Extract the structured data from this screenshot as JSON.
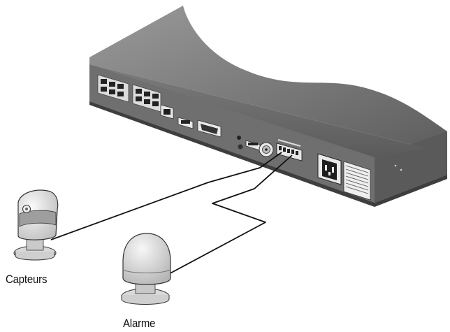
{
  "labels": {
    "sensors": "Capteurs",
    "alarm": "Alarme"
  },
  "colors": {
    "device_body": "#6b6b6b",
    "device_top": "#8a8a8a",
    "device_panel": "#f2f2f2",
    "wire": "#1a1a1a",
    "sensor_body": "#e6e6e6"
  },
  "icons": [
    "nvr-device",
    "ethernet-port",
    "vga-port",
    "hdmi-port",
    "bnc-connector",
    "alarm-terminal-block",
    "power-socket",
    "cooling-fan",
    "motion-sensor",
    "alarm-siren"
  ]
}
